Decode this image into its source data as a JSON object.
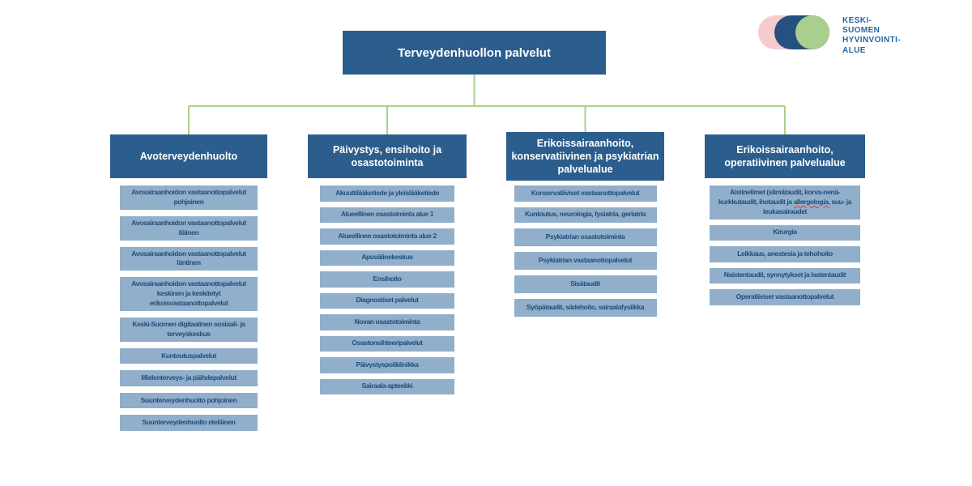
{
  "root": {
    "label": "Terveydenhuollon palvelut"
  },
  "logo": {
    "lines": [
      "KESKI-",
      "SUOMEN",
      "HYVINVOINTI-",
      "ALUE"
    ]
  },
  "columns": [
    {
      "header": "Avoterveydenhuolto",
      "items": [
        "Avosairaanhoidon vastaanottopalvelut pohjoinen",
        "Avosairaanhoidon vastaanottopalvelut itäinen",
        "Avosairaanhoidon vastaanottopalvelut läntinen",
        "Avosairaanhoidon vastaanottopalvelut keskinen ja keskitetyt erikoisvastaanottopalvelut",
        "Keski-Suomen digitaalinen sosiaali- ja terveyskeskus",
        "Kuntoutuspalvelut",
        "Mielenterveys- ja päihdepalvelut",
        "Suunterveydenhuolto pohjoinen",
        "Suunterveydenhuolto eteläinen"
      ]
    },
    {
      "header": "Päivystys, ensihoito ja osastotoiminta",
      "items": [
        "Akuuttilääketiede ja yleislääketiede",
        "Alueellinen osastoiminta alue 1",
        "Alueellinen osastotoiminta alue 2",
        "Apuvälinekeskus",
        "Ensihoito",
        "Diagnostiset palvelut",
        "Novan osastotoiminta",
        "Osastonsihteeripalvelut",
        "Päivystyspoliklinikka",
        "Sairaala-apteekki"
      ]
    },
    {
      "header": "Erikoissairaanhoito, konservatiivinen ja psykiatrian palvelualue",
      "items": [
        "Konservatiiviset vastaanottopalvelut",
        "Kuntoutus, neurologia, fysiatria, geriatria",
        "Psykiatrian osastotoiminta",
        "Psykiatrian vastaanottopalvelut",
        "Sisätaudit",
        "Syöpätaudit, sädehoito, sairaalafysiikka"
      ]
    },
    {
      "header": "Erikoissairaanhoito, operatiivinen palvelualue",
      "items": [
        "Aistinelimet (silmätaudit, korva-nenä-kurkkutaudit, ihotaudit ja allergologia, suu- ja leukasairaudet",
        "Kirurgia",
        "Leikkaus, anestesia ja tehohoito",
        "Naistentaudit, synnytykset ja lastentaudit",
        "Operatiiviset vastaanottopalvelut"
      ]
    }
  ],
  "decorations": {
    "spellcheck_word": "allergologia,"
  },
  "colors": {
    "header_bg": "#2C5E8D",
    "item_bg": "#91AECB",
    "item_text": "#1F4E79",
    "connector": "#A9D18E",
    "logo_pink": "#F7CBCE",
    "logo_blue": "#24517F",
    "logo_green": "#A9CE8D",
    "logo_text": "#2465A5",
    "spellcheck_red": "#E03C31"
  }
}
